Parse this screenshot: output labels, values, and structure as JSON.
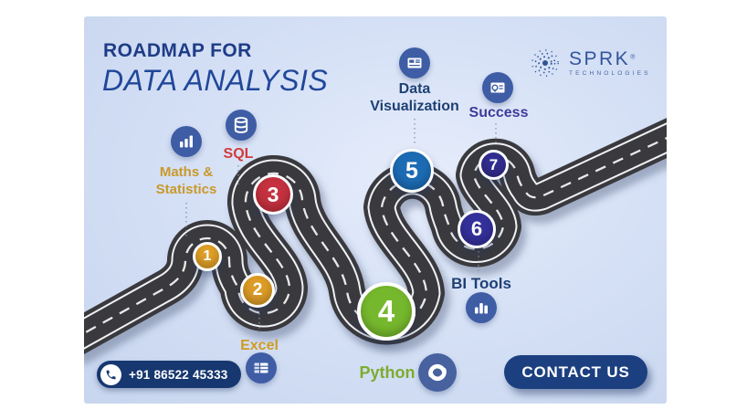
{
  "header": {
    "title_line1": "ROADMAP FOR",
    "title_line2": "DATA ANALYSIS"
  },
  "brand": {
    "name": "SPRK",
    "reg": "®",
    "tagline": "TECHNOLOGIES"
  },
  "milestones": [
    {
      "num": "1",
      "label": "Maths & Statistics",
      "label_line1": "Maths &",
      "label_line2": "Statistics",
      "color": "#E0A027",
      "icon": "bar-chart-icon"
    },
    {
      "num": "2",
      "label": "Excel",
      "color": "#DD9C26",
      "icon": "spreadsheet-icon"
    },
    {
      "num": "3",
      "label": "SQL",
      "color": "#C5313F",
      "icon": "database-icon"
    },
    {
      "num": "4",
      "label": "Python",
      "color": "#76B82D",
      "icon": "python-icon"
    },
    {
      "num": "5",
      "label": "Data Visualization",
      "label_line1": "Data",
      "label_line2": "Visualization",
      "color": "#1C6CB5",
      "icon": "dashboard-icon"
    },
    {
      "num": "6",
      "label": "BI Tools",
      "color": "#34309B",
      "icon": "bi-chart-icon"
    },
    {
      "num": "7",
      "label": "Success",
      "color": "#322E91",
      "icon": "award-icon"
    }
  ],
  "footer": {
    "phone": "+91 86522 45333",
    "contact_label": "CONTACT US"
  },
  "colors": {
    "title_navy": "#1E3C87",
    "road_asphalt": "#3A3A3E",
    "icon_bubble_blue": "#3E5DA5",
    "pill_navy": "#16376F",
    "button_navy": "#1C3F80",
    "background_blue": "#D6E1F6"
  }
}
